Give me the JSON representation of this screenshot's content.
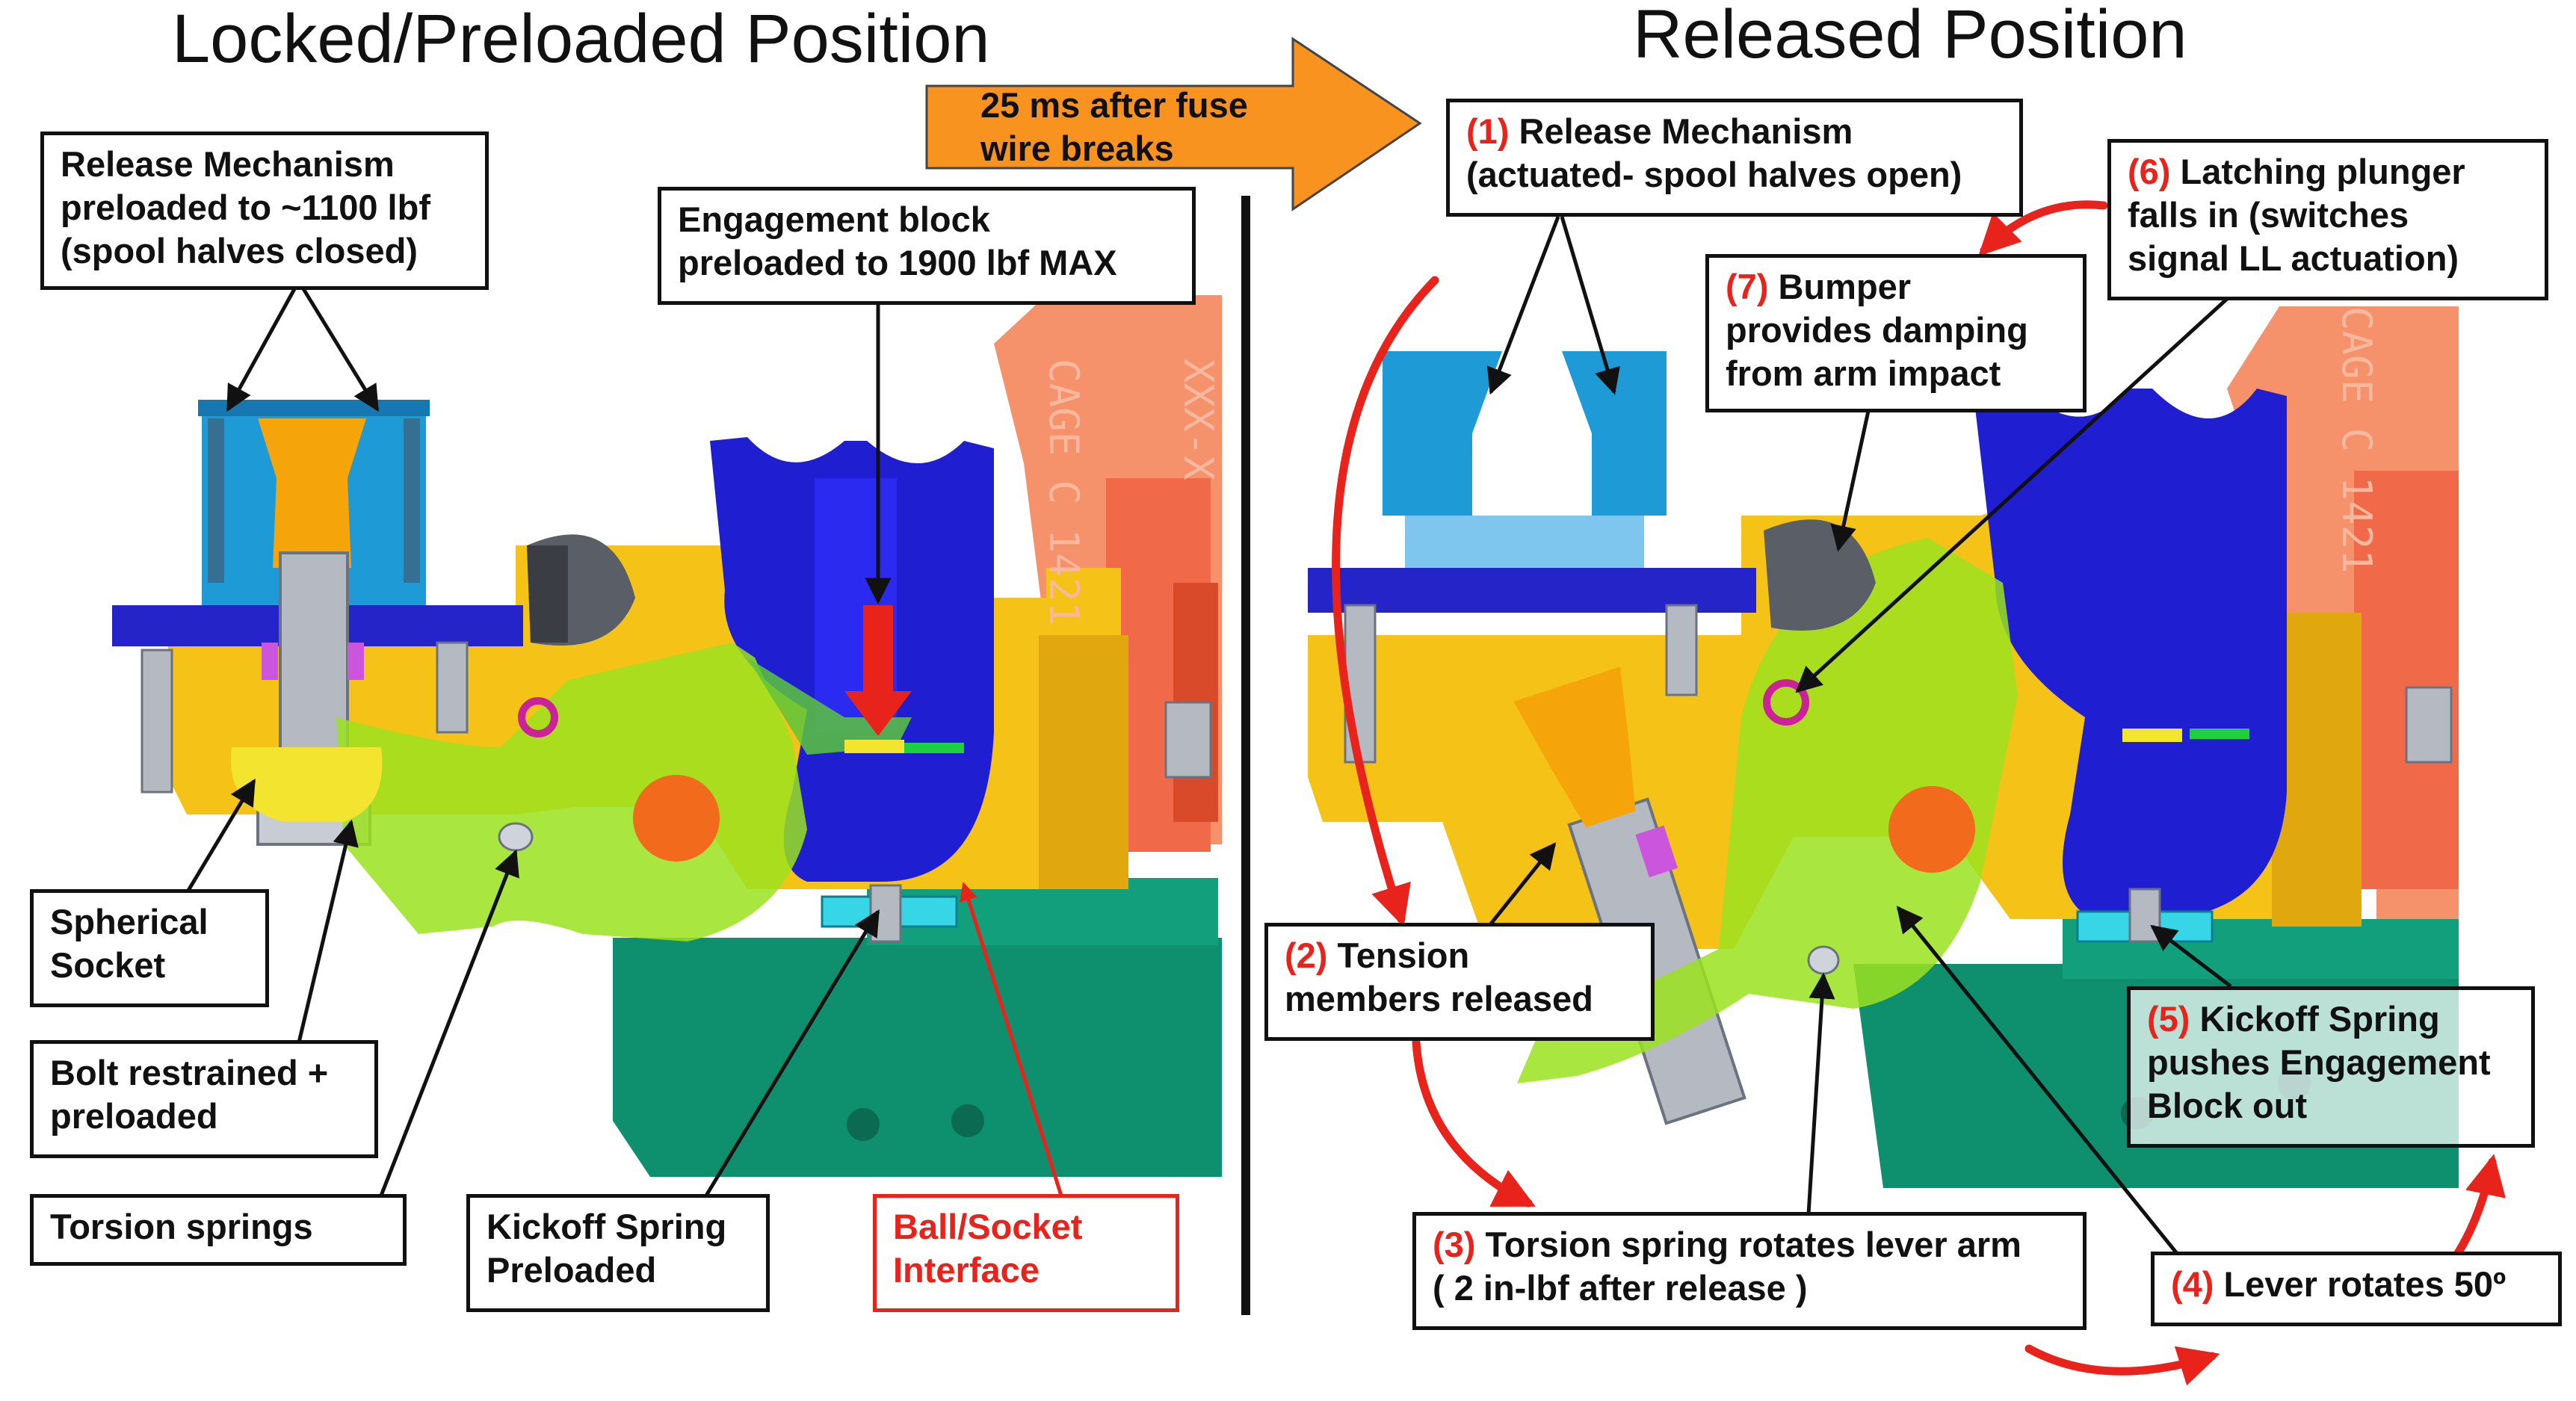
{
  "titles": {
    "left": "Locked/Preloaded Position",
    "right": "Released Position"
  },
  "transition": {
    "lines": [
      "25 ms after fuse",
      "wire breaks"
    ]
  },
  "colors": {
    "orange_arrow": "#f7931e",
    "blue_spool": "#1e9ad6",
    "dark_blue": "#1f1fd1",
    "yellow_housing": "#f5c218",
    "green_lever": "#9be21f",
    "orange_bolt": "#f5a40a",
    "salmon_cage": "#f5926c",
    "teal_base": "#0e8f6e",
    "callout_red": "#e8231b"
  },
  "cage_labels": {
    "left_a": "CAGE C 1421",
    "left_b": "XXX-X",
    "right": "CAGE C 1421"
  },
  "callouts_left": [
    {
      "key": "release_mech",
      "num": "",
      "lines": [
        "Release Mechanism",
        "preloaded to ~1100 lbf",
        "(spool halves closed)"
      ]
    },
    {
      "key": "engagement_block",
      "num": "",
      "lines": [
        "Engagement block",
        "preloaded to 1900 lbf MAX"
      ]
    },
    {
      "key": "spherical_socket",
      "num": "",
      "lines": [
        "Spherical",
        "Socket"
      ]
    },
    {
      "key": "bolt",
      "num": "",
      "lines": [
        "Bolt restrained +",
        "preloaded"
      ]
    },
    {
      "key": "torsion_springs",
      "num": "",
      "lines": [
        "Torsion springs"
      ]
    },
    {
      "key": "kickoff_preloaded",
      "num": "",
      "lines": [
        "Kickoff Spring",
        "Preloaded"
      ]
    },
    {
      "key": "ball_socket",
      "num": "",
      "lines": [
        "Ball/Socket",
        "Interface"
      ]
    }
  ],
  "callouts_right": [
    {
      "key": "r1",
      "num": "(1)",
      "lines": [
        "Release Mechanism",
        "(actuated- spool halves open)"
      ]
    },
    {
      "key": "r6",
      "num": "(6)",
      "lines": [
        "Latching plunger",
        "falls in (switches",
        "signal LL actuation)"
      ]
    },
    {
      "key": "r7",
      "num": "(7)",
      "lines": [
        "Bumper",
        "provides damping",
        "from arm impact"
      ]
    },
    {
      "key": "r2",
      "num": "(2)",
      "lines": [
        "Tension",
        "members released"
      ]
    },
    {
      "key": "r5",
      "num": "(5)",
      "lines": [
        "Kickoff Spring",
        "pushes Engagement",
        "Block out"
      ]
    },
    {
      "key": "r3",
      "num": "(3)",
      "lines": [
        "Torsion spring rotates lever arm",
        "( 2 in-lbf after release )"
      ]
    },
    {
      "key": "r4",
      "num": "(4)",
      "lines": [
        "Lever rotates 50º"
      ]
    }
  ]
}
